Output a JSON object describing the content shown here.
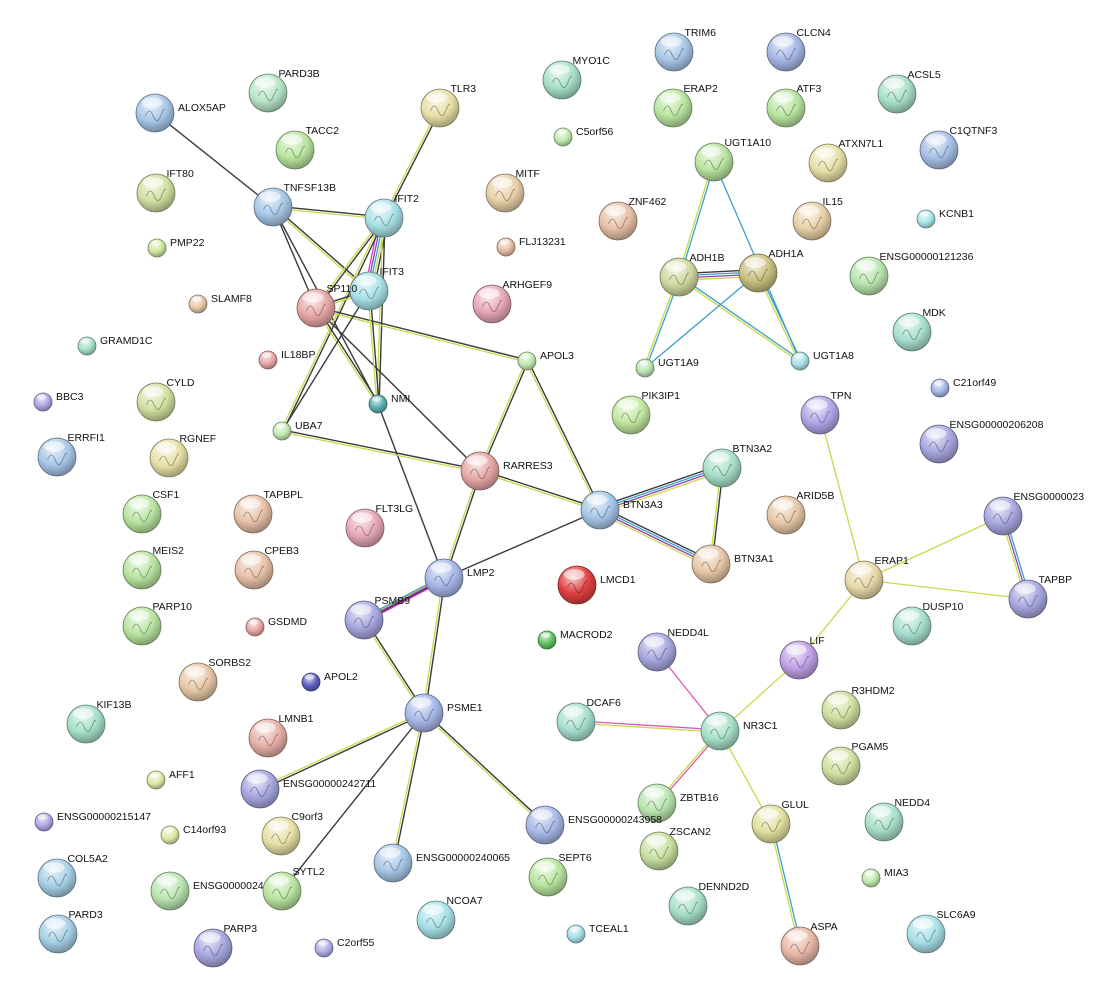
{
  "colors": {
    "black": "#3a3a3a",
    "yellow": "#c9d94a",
    "blue": "#3aa0c8",
    "purple": "#8e44ad",
    "magenta": "#d63ad6",
    "pink": "#e056a8"
  },
  "nodes": [
    {
      "id": "ALOX5AP",
      "label": "ALOX5AP",
      "color": "#a7c7e7",
      "size": "big"
    },
    {
      "id": "PARD3B",
      "label": "PARD3B",
      "color": "#b9e5c8",
      "size": "big"
    },
    {
      "id": "TACC2",
      "label": "TACC2",
      "color": "#b9e5a0",
      "size": "big"
    },
    {
      "id": "TLR3",
      "label": "TLR3",
      "color": "#e7e0a7",
      "size": "big"
    },
    {
      "id": "MYO1C",
      "label": "MYO1C",
      "color": "#a7e0c8",
      "size": "big"
    },
    {
      "id": "C5orf56",
      "label": "C5orf56",
      "color": "#c2ebb0",
      "size": "small"
    },
    {
      "id": "TRIM6",
      "label": "TRIM6",
      "color": "#a7c7e7",
      "size": "big"
    },
    {
      "id": "CLCN4",
      "label": "CLCN4",
      "color": "#a7b7e7",
      "size": "big"
    },
    {
      "id": "ERAP2",
      "label": "ERAP2",
      "color": "#b9e5a0",
      "size": "big"
    },
    {
      "id": "ATF3",
      "label": "ATF3",
      "color": "#b9e5a0",
      "size": "big"
    },
    {
      "id": "ACSL5",
      "label": "ACSL5",
      "color": "#a7e0c8",
      "size": "big"
    },
    {
      "id": "C1QTNF3",
      "label": "C1QTNF3",
      "color": "#a7c0e7",
      "size": "big"
    },
    {
      "id": "IFT80",
      "label": "IFT80",
      "color": "#d0e0a0",
      "size": "big"
    },
    {
      "id": "TNFSF13B",
      "label": "TNFSF13B",
      "color": "#a7c7e7",
      "size": "big"
    },
    {
      "id": "IFIT2",
      "label": "IFIT2",
      "color": "#a7e0e7",
      "size": "big"
    },
    {
      "id": "MITF",
      "label": "MITF",
      "color": "#e7d0a7",
      "size": "big"
    },
    {
      "id": "UGT1A10",
      "label": "UGT1A10",
      "color": "#b9e5a0",
      "size": "big"
    },
    {
      "id": "ATXN7L1",
      "label": "ATXN7L1",
      "color": "#e7e0a7",
      "size": "big"
    },
    {
      "id": "ZNF462",
      "label": "ZNF462",
      "color": "#e7c0a7",
      "size": "big"
    },
    {
      "id": "IL15",
      "label": "IL15",
      "color": "#e7d0a7",
      "size": "big"
    },
    {
      "id": "KCNB1",
      "label": "KCNB1",
      "color": "#a7e7e7",
      "size": "small"
    },
    {
      "id": "PMP22",
      "label": "PMP22",
      "color": "#d0e7a0",
      "size": "small"
    },
    {
      "id": "FLJ13231",
      "label": "FLJ13231",
      "color": "#e7c0a7",
      "size": "small"
    },
    {
      "id": "ADH1B",
      "label": "ADH1B",
      "color": "#d0d8a0",
      "size": "big"
    },
    {
      "id": "ADH1A",
      "label": "ADH1A",
      "color": "#c8c080",
      "size": "big"
    },
    {
      "id": "ENSG00000121236",
      "label": "ENSG00000121236",
      "color": "#b9e5b0",
      "size": "big"
    },
    {
      "id": "SLAMF8",
      "label": "SLAMF8",
      "color": "#e7c8a7",
      "size": "small"
    },
    {
      "id": "IFIT3",
      "label": "IFIT3",
      "color": "#a7e0e7",
      "size": "big"
    },
    {
      "id": "SP110",
      "label": "SP110",
      "color": "#e7a7a7",
      "size": "big"
    },
    {
      "id": "ARHGEF9",
      "label": "ARHGEF9",
      "color": "#e7a7b7",
      "size": "big"
    },
    {
      "id": "GRAMD1C",
      "label": "GRAMD1C",
      "color": "#a7e0c8",
      "size": "small"
    },
    {
      "id": "IL18BP",
      "label": "IL18BP",
      "color": "#e7a7a7",
      "size": "small"
    },
    {
      "id": "APOL3",
      "label": "APOL3",
      "color": "#c2ebb0",
      "size": "small"
    },
    {
      "id": "UGT1A9",
      "label": "UGT1A9",
      "color": "#b9e5b0",
      "size": "small"
    },
    {
      "id": "UGT1A8",
      "label": "UGT1A8",
      "color": "#a7e0e7",
      "size": "small"
    },
    {
      "id": "MDK",
      "label": "MDK",
      "color": "#a7e0d0",
      "size": "big"
    },
    {
      "id": "BBC3",
      "label": "BBC3",
      "color": "#b0a7e7",
      "size": "small"
    },
    {
      "id": "CYLD",
      "label": "CYLD",
      "color": "#d0e0a0",
      "size": "big"
    },
    {
      "id": "NMI",
      "label": "NMI",
      "color": "#5ab0b0",
      "size": "small"
    },
    {
      "id": "PIK3IP1",
      "label": "PIK3IP1",
      "color": "#c2e7a0",
      "size": "big"
    },
    {
      "id": "TPN",
      "label": "TPN",
      "color": "#b0a7e7",
      "size": "big"
    },
    {
      "id": "C21orf49",
      "label": "C21orf49",
      "color": "#a7b7e7",
      "size": "small"
    },
    {
      "id": "ENSG00000206208",
      "label": "ENSG00000206208",
      "color": "#a7a7e0",
      "size": "big"
    },
    {
      "id": "UBA7",
      "label": "UBA7",
      "color": "#c2ebb0",
      "size": "small"
    },
    {
      "id": "ERRFI1",
      "label": "ERRFI1",
      "color": "#a7c7e7",
      "size": "big"
    },
    {
      "id": "RGNEF",
      "label": "RGNEF",
      "color": "#e7e0a7",
      "size": "big"
    },
    {
      "id": "RARRES3",
      "label": "RARRES3",
      "color": "#e7a7a7",
      "size": "big"
    },
    {
      "id": "BTN3A2",
      "label": "BTN3A2",
      "color": "#a7e0c8",
      "size": "big"
    },
    {
      "id": "BTN3A3",
      "label": "BTN3A3",
      "color": "#a7c7e7",
      "size": "big"
    },
    {
      "id": "ARID5B",
      "label": "ARID5B",
      "color": "#e7c8a7",
      "size": "big"
    },
    {
      "id": "ENSG0000023",
      "label": "ENSG0000023",
      "color": "#a7a7e0",
      "size": "big"
    },
    {
      "id": "CSF1",
      "label": "CSF1",
      "color": "#b9e5a0",
      "size": "big"
    },
    {
      "id": "TAPBPL",
      "label": "TAPBPL",
      "color": "#e7c0a7",
      "size": "big"
    },
    {
      "id": "FLT3LG",
      "label": "FLT3LG",
      "color": "#e7a7b7",
      "size": "big"
    },
    {
      "id": "MEIS2",
      "label": "MEIS2",
      "color": "#b9e5a0",
      "size": "big"
    },
    {
      "id": "CPEB3",
      "label": "CPEB3",
      "color": "#e7c0a7",
      "size": "big"
    },
    {
      "id": "LMP2",
      "label": "LMP2",
      "color": "#a7b7e7",
      "size": "big"
    },
    {
      "id": "LMCD1",
      "label": "LMCD1",
      "color": "#e04040",
      "size": "big"
    },
    {
      "id": "BTN3A1",
      "label": "BTN3A1",
      "color": "#e7c8a7",
      "size": "big"
    },
    {
      "id": "ERAP1",
      "label": "ERAP1",
      "color": "#e7d8a7",
      "size": "big"
    },
    {
      "id": "TAPBP",
      "label": "TAPBP",
      "color": "#a7a7e0",
      "size": "big"
    },
    {
      "id": "PSMB9",
      "label": "PSMB9",
      "color": "#a7a7e0",
      "size": "big"
    },
    {
      "id": "PARP10",
      "label": "PARP10",
      "color": "#b9e5a0",
      "size": "big"
    },
    {
      "id": "GSDMD",
      "label": "GSDMD",
      "color": "#e7a7a7",
      "size": "small"
    },
    {
      "id": "MACROD2",
      "label": "MACROD2",
      "color": "#60c060",
      "size": "small"
    },
    {
      "id": "DUSP10",
      "label": "DUSP10",
      "color": "#a7e0d0",
      "size": "big"
    },
    {
      "id": "NEDD4L",
      "label": "NEDD4L",
      "color": "#a7a7e0",
      "size": "big"
    },
    {
      "id": "LIF",
      "label": "LIF",
      "color": "#c0a0e7",
      "size": "big"
    },
    {
      "id": "SORBS2",
      "label": "SORBS2",
      "color": "#e7c8a7",
      "size": "big"
    },
    {
      "id": "APOL2",
      "label": "APOL2",
      "color": "#6060c0",
      "size": "small"
    },
    {
      "id": "R3HDM2",
      "label": "R3HDM2",
      "color": "#d0e0a0",
      "size": "big"
    },
    {
      "id": "KIF13B",
      "label": "KIF13B",
      "color": "#a7e0c8",
      "size": "big"
    },
    {
      "id": "PSME1",
      "label": "PSME1",
      "color": "#a7b7e7",
      "size": "big"
    },
    {
      "id": "DCAF6",
      "label": "DCAF6",
      "color": "#a7e0d0",
      "size": "big"
    },
    {
      "id": "NR3C1",
      "label": "NR3C1",
      "color": "#a7e0c8",
      "size": "big"
    },
    {
      "id": "LMNB1",
      "label": "LMNB1",
      "color": "#e7b0a7",
      "size": "big"
    },
    {
      "id": "PGAM5",
      "label": "PGAM5",
      "color": "#d0e0a0",
      "size": "big"
    },
    {
      "id": "AFF1",
      "label": "AFF1",
      "color": "#e0e7a7",
      "size": "small"
    },
    {
      "id": "ENSG00000242711",
      "label": "ENSG00000242711",
      "color": "#a7a7e0",
      "size": "big"
    },
    {
      "id": "ZBTB16",
      "label": "ZBTB16",
      "color": "#b9e5b0",
      "size": "big"
    },
    {
      "id": "ENSG00000215147",
      "label": "ENSG00000215147",
      "color": "#b0a7e7",
      "size": "small"
    },
    {
      "id": "C14orf93",
      "label": "C14orf93",
      "color": "#e0e7a7",
      "size": "small"
    },
    {
      "id": "C9orf3",
      "label": "C9orf3",
      "color": "#e7e0a7",
      "size": "big"
    },
    {
      "id": "ENSG00000243958",
      "label": "ENSG00000243958",
      "color": "#a7b7e7",
      "size": "big"
    },
    {
      "id": "GLUL",
      "label": "GLUL",
      "color": "#e0e0a0",
      "size": "big"
    },
    {
      "id": "NEDD4",
      "label": "NEDD4",
      "color": "#a7e0c8",
      "size": "big"
    },
    {
      "id": "ZSCAN2",
      "label": "ZSCAN2",
      "color": "#c8e0a0",
      "size": "big"
    },
    {
      "id": "COL5A2",
      "label": "COL5A2",
      "color": "#a7d0e7",
      "size": "big"
    },
    {
      "id": "ENSG00000240065",
      "label": "ENSG00000240065",
      "color": "#a7c7e7",
      "size": "big"
    },
    {
      "id": "ENSG00000242885",
      "label": "ENSG00000242885",
      "color": "#b9e5b0",
      "size": "big"
    },
    {
      "id": "SYTL2",
      "label": "SYTL2",
      "color": "#b9e5a0",
      "size": "big"
    },
    {
      "id": "SEPT6",
      "label": "SEPT6",
      "color": "#b9e5a0",
      "size": "big"
    },
    {
      "id": "MIA3",
      "label": "MIA3",
      "color": "#c2ebb0",
      "size": "small"
    },
    {
      "id": "DENND2D",
      "label": "DENND2D",
      "color": "#a7e0c8",
      "size": "big"
    },
    {
      "id": "NCOA7",
      "label": "NCOA7",
      "color": "#a7e0e7",
      "size": "big"
    },
    {
      "id": "TCEAL1",
      "label": "TCEAL1",
      "color": "#a7e0e7",
      "size": "small"
    },
    {
      "id": "PARD3",
      "label": "PARD3",
      "color": "#a7d0e7",
      "size": "big"
    },
    {
      "id": "PARP3",
      "label": "PARP3",
      "color": "#a7a7e0",
      "size": "big"
    },
    {
      "id": "C2orf55",
      "label": "C2orf55",
      "color": "#b0b0e7",
      "size": "small"
    },
    {
      "id": "ASPA",
      "label": "ASPA",
      "color": "#e7b8a7",
      "size": "big"
    },
    {
      "id": "SLC6A9",
      "label": "SLC6A9",
      "color": "#a7e0e7",
      "size": "big"
    }
  ],
  "edges": [
    {
      "a": "ALOX5AP",
      "b": "TNFSF13B",
      "types": [
        "black"
      ]
    },
    {
      "a": "TNFSF13B",
      "b": "IFIT2",
      "types": [
        "black",
        "yellow"
      ]
    },
    {
      "a": "TNFSF13B",
      "b": "SP110",
      "types": [
        "black"
      ]
    },
    {
      "a": "TNFSF13B",
      "b": "IFIT3",
      "types": [
        "black",
        "yellow"
      ]
    },
    {
      "a": "TNFSF13B",
      "b": "NMI",
      "types": [
        "black"
      ]
    },
    {
      "a": "TLR3",
      "b": "IFIT2",
      "types": [
        "black",
        "yellow"
      ]
    },
    {
      "a": "IFIT2",
      "b": "IFIT3",
      "types": [
        "black",
        "yellow",
        "blue",
        "purple",
        "magenta"
      ]
    },
    {
      "a": "IFIT2",
      "b": "SP110",
      "types": [
        "black",
        "yellow"
      ]
    },
    {
      "a": "IFIT2",
      "b": "NMI",
      "types": [
        "black",
        "yellow"
      ]
    },
    {
      "a": "IFIT2",
      "b": "UBA7",
      "types": [
        "black",
        "yellow"
      ]
    },
    {
      "a": "SP110",
      "b": "IFIT3",
      "types": [
        "black",
        "yellow"
      ]
    },
    {
      "a": "SP110",
      "b": "NMI",
      "types": [
        "black",
        "yellow"
      ]
    },
    {
      "a": "SP110",
      "b": "APOL3",
      "types": [
        "black",
        "yellow"
      ]
    },
    {
      "a": "SP110",
      "b": "RARRES3",
      "types": [
        "black"
      ]
    },
    {
      "a": "IFIT3",
      "b": "NMI",
      "types": [
        "black",
        "yellow"
      ]
    },
    {
      "a": "IFIT3",
      "b": "UBA7",
      "types": [
        "black"
      ]
    },
    {
      "a": "NMI",
      "b": "LMP2",
      "types": [
        "black"
      ]
    },
    {
      "a": "UBA7",
      "b": "RARRES3",
      "types": [
        "black",
        "yellow"
      ]
    },
    {
      "a": "APOL3",
      "b": "RARRES3",
      "types": [
        "black",
        "yellow"
      ]
    },
    {
      "a": "APOL3",
      "b": "BTN3A3",
      "types": [
        "black",
        "yellow"
      ]
    },
    {
      "a": "RARRES3",
      "b": "LMP2",
      "types": [
        "black",
        "yellow"
      ]
    },
    {
      "a": "RARRES3",
      "b": "BTN3A3",
      "types": [
        "black",
        "yellow"
      ]
    },
    {
      "a": "LMP2",
      "b": "BTN3A3",
      "types": [
        "black"
      ]
    },
    {
      "a": "LMP2",
      "b": "PSMB9",
      "types": [
        "black",
        "yellow"
      ]
    },
    {
      "a": "LMP2",
      "b": "PSME1",
      "types": [
        "black",
        "yellow"
      ]
    },
    {
      "a": "BTN3A3",
      "b": "BTN3A2",
      "types": [
        "black",
        "blue",
        "purple",
        "yellow"
      ]
    },
    {
      "a": "BTN3A3",
      "b": "BTN3A1",
      "types": [
        "black",
        "blue",
        "purple",
        "yellow"
      ]
    },
    {
      "a": "BTN3A2",
      "b": "BTN3A1",
      "types": [
        "black",
        "yellow"
      ]
    },
    {
      "a": "PSMB9",
      "b": "PSME1",
      "types": [
        "black",
        "yellow"
      ]
    },
    {
      "a": "PSMB9",
      "b": "LMP2",
      "types": [
        "blue",
        "purple",
        "magenta"
      ]
    },
    {
      "a": "PSME1",
      "b": "ENSG00000242711",
      "types": [
        "black",
        "yellow"
      ]
    },
    {
      "a": "PSME1",
      "b": "ENSG00000243958",
      "types": [
        "black",
        "yellow"
      ]
    },
    {
      "a": "PSME1",
      "b": "ENSG00000240065",
      "types": [
        "black",
        "yellow"
      ]
    },
    {
      "a": "PSME1",
      "b": "SYTL2",
      "types": [
        "black"
      ]
    },
    {
      "a": "UGT1A10",
      "b": "ADH1B",
      "types": [
        "blue",
        "yellow"
      ]
    },
    {
      "a": "UGT1A10",
      "b": "UGT1A8",
      "types": [
        "blue"
      ]
    },
    {
      "a": "ADH1B",
      "b": "ADH1A",
      "types": [
        "black",
        "blue",
        "purple",
        "yellow"
      ]
    },
    {
      "a": "ADH1B",
      "b": "UGT1A9",
      "types": [
        "blue",
        "yellow"
      ]
    },
    {
      "a": "ADH1B",
      "b": "UGT1A8",
      "types": [
        "blue",
        "yellow"
      ]
    },
    {
      "a": "ADH1A",
      "b": "UGT1A9",
      "types": [
        "blue"
      ]
    },
    {
      "a": "ADH1A",
      "b": "UGT1A8",
      "types": [
        "blue",
        "yellow"
      ]
    },
    {
      "a": "TPN",
      "b": "ERAP1",
      "types": [
        "yellow"
      ]
    },
    {
      "a": "ERAP1",
      "b": "ENSG0000023",
      "types": [
        "yellow"
      ]
    },
    {
      "a": "ERAP1",
      "b": "TAPBP",
      "types": [
        "yellow"
      ]
    },
    {
      "a": "ERAP1",
      "b": "LIF",
      "types": [
        "yellow"
      ]
    },
    {
      "a": "ENSG0000023",
      "b": "TAPBP",
      "types": [
        "blue",
        "purple",
        "yellow"
      ]
    },
    {
      "a": "LIF",
      "b": "NR3C1",
      "types": [
        "yellow"
      ]
    },
    {
      "a": "NEDD4L",
      "b": "NR3C1",
      "types": [
        "pink"
      ]
    },
    {
      "a": "DCAF6",
      "b": "NR3C1",
      "types": [
        "pink",
        "yellow"
      ]
    },
    {
      "a": "NR3C1",
      "b": "ZBTB16",
      "types": [
        "pink",
        "yellow"
      ]
    },
    {
      "a": "NR3C1",
      "b": "GLUL",
      "types": [
        "yellow"
      ]
    },
    {
      "a": "GLUL",
      "b": "ASPA",
      "types": [
        "blue",
        "yellow"
      ]
    }
  ]
}
